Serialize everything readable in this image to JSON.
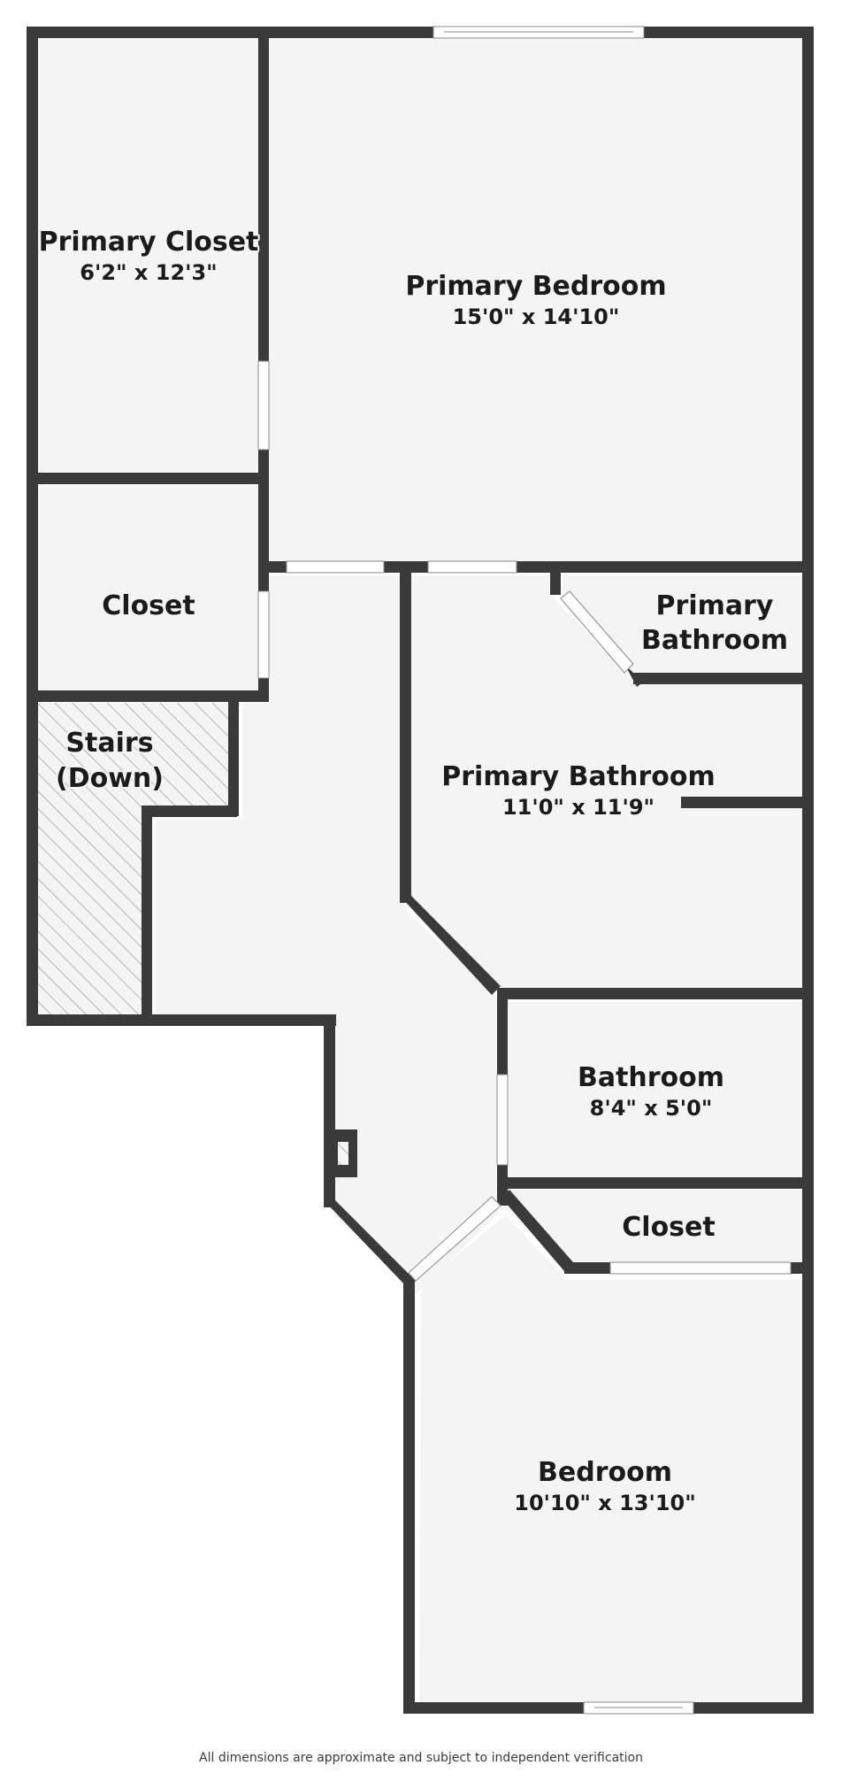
{
  "rooms": {
    "primary_closet": {
      "name": "Primary Closet",
      "dims": "6'2\" x 12'3\""
    },
    "primary_bedroom": {
      "name": "Primary Bedroom",
      "dims": "15'0\" x 14'10\""
    },
    "closet_left": {
      "name": "Closet"
    },
    "primary_bathroom_small": {
      "name_line1": "Primary",
      "name_line2": "Bathroom"
    },
    "stairs": {
      "name_line1": "Stairs",
      "name_line2": "(Down)"
    },
    "primary_bathroom": {
      "name": "Primary Bathroom",
      "dims": "11'0\" x 11'9\""
    },
    "bathroom": {
      "name": "Bathroom",
      "dims": "8'4\" x 5'0\""
    },
    "closet_right": {
      "name": "Closet"
    },
    "bedroom": {
      "name": "Bedroom",
      "dims": "10'10\" x 13'10\""
    }
  },
  "footnote": "All dimensions are approximate and subject to independent verification",
  "colors": {
    "wall": "#3a3a3a",
    "floor": "#f4f4f4",
    "hatch": "#9a9a9a",
    "text": "#1b1b1b"
  }
}
